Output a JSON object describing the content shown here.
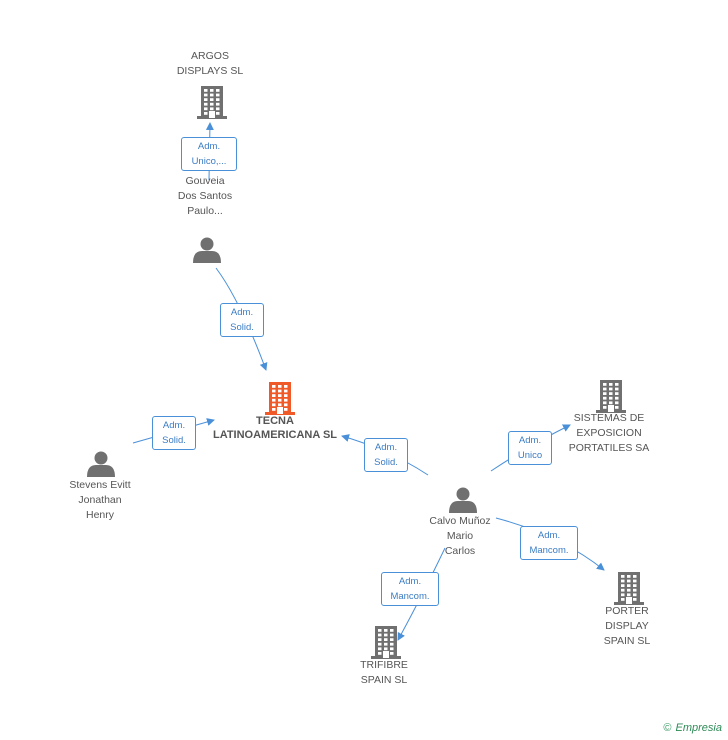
{
  "nodes": {
    "argos": {
      "label": "ARGOS\nDISPLAYS SL",
      "type": "company"
    },
    "gouveia": {
      "label": "Gouveia\nDos Santos\nPaulo...",
      "type": "person"
    },
    "tecna": {
      "label": "TECNA\nLATINOAMERICANA SL",
      "type": "company-main"
    },
    "stevens": {
      "label": "Stevens Evitt\nJonathan\nHenry",
      "type": "person"
    },
    "calvo": {
      "label": "Calvo Muñoz\nMario\nCarlos",
      "type": "person"
    },
    "sistemas": {
      "label": "SISTEMAS DE\nEXPOSICION\nPORTATILES SA",
      "type": "company"
    },
    "porter": {
      "label": "PORTER\nDISPLAY\nSPAIN SL",
      "type": "company"
    },
    "trifibre": {
      "label": "TRIFIBRE\nSPAIN SL",
      "type": "company"
    }
  },
  "edges": [
    {
      "from": "gouveia",
      "to": "argos",
      "label": "Adm.\nUnico,..."
    },
    {
      "from": "gouveia",
      "to": "tecna",
      "label": "Adm.\nSolid."
    },
    {
      "from": "stevens",
      "to": "tecna",
      "label": "Adm.\nSolid."
    },
    {
      "from": "calvo",
      "to": "tecna",
      "label": "Adm.\nSolid."
    },
    {
      "from": "calvo",
      "to": "sistemas",
      "label": "Adm.\nUnico"
    },
    {
      "from": "calvo",
      "to": "porter",
      "label": "Adm.\nMancom."
    },
    {
      "from": "calvo",
      "to": "trifibre",
      "label": "Adm.\nMancom."
    }
  ],
  "colors": {
    "company": "#707070",
    "company_main": "#f05a28",
    "person": "#707070",
    "edge": "#4a90d9"
  },
  "brand": {
    "copyright": "©",
    "name": "Empresia"
  }
}
